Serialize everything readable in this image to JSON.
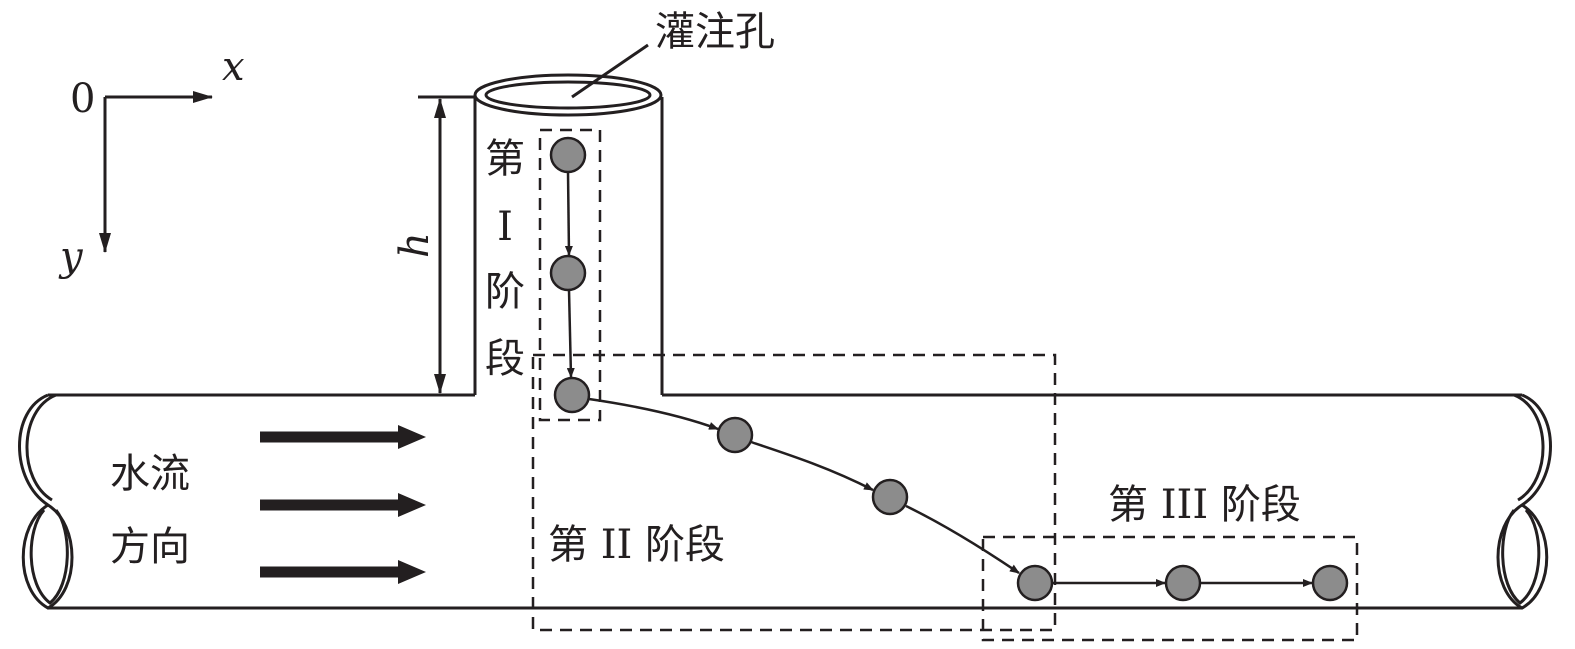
{
  "labels": {
    "hole": "灌注孔",
    "origin": "0",
    "x_axis": "x",
    "y_axis": "y",
    "height": "h",
    "flow_line1": "水流",
    "flow_line2": "方向",
    "stage1": [
      "第",
      "I",
      "阶",
      "段"
    ],
    "stage2": "第 II 阶段",
    "stage3": "第 III 阶段"
  },
  "colors": {
    "line": "#231f20",
    "particle": "#8c8c8c"
  }
}
